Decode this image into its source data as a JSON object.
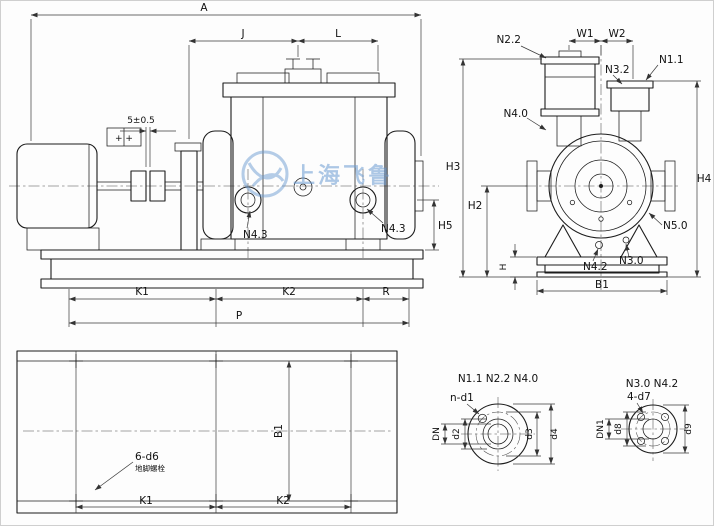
{
  "watermark": {
    "brand": "上海飞鲁"
  },
  "side_view": {
    "A": "A",
    "J": "J",
    "L": "L",
    "gap": "5±0.5",
    "H5": "H5",
    "port_left": "N4.3",
    "port_right": "N4.3",
    "K1": "K1",
    "K2": "K2",
    "R": "R",
    "P": "P",
    "motor_marks": "+ +"
  },
  "front_view": {
    "N22": "N2.2",
    "W1": "W1",
    "W2": "W2",
    "N32": "N3.2",
    "N11": "N1.1",
    "N40": "N4.0",
    "H3": "H3",
    "H2": "H2",
    "H4": "H4",
    "H": "H",
    "N50": "N5.0",
    "N42": "N4.2",
    "N30": "N3.0",
    "B1": "B1"
  },
  "plan_view": {
    "B1": "B1",
    "anchor_bolts": "6-d6",
    "anchor_note": "地脚螺栓",
    "K1": "K1",
    "K2": "K2"
  },
  "flange_a": {
    "title": "N1.1 N2.2 N4.0",
    "holes": "n-d1",
    "d2": "d2",
    "d3": "d3",
    "d4": "d4",
    "DN": "DN"
  },
  "flange_b": {
    "title": "N3.0 N4.2",
    "holes": "4-d7",
    "d8": "d8",
    "d9": "d9",
    "DN1": "DN1"
  }
}
